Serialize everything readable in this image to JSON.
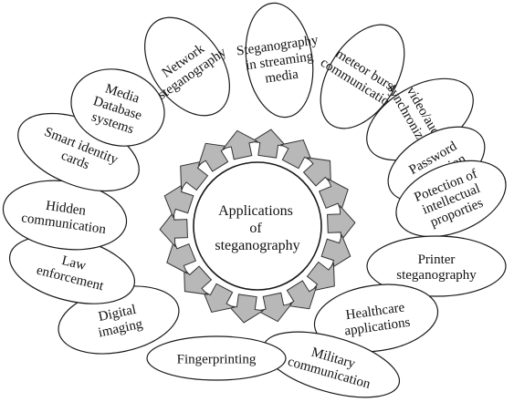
{
  "center": {
    "lines": [
      "Applications",
      "of",
      "steganography"
    ]
  },
  "applications": [
    {
      "lines": [
        "Network",
        "steganography"
      ]
    },
    {
      "lines": [
        "Steganography",
        "in streaming",
        "media"
      ]
    },
    {
      "lines": [
        "meteor burst",
        "communication"
      ]
    },
    {
      "lines": [
        "video/audio",
        "synchronization"
      ]
    },
    {
      "lines": [
        "Password",
        "protection"
      ]
    },
    {
      "lines": [
        "Potection of",
        "intellectual",
        "proporties"
      ]
    },
    {
      "lines": [
        "Printer",
        "steganography"
      ]
    },
    {
      "lines": [
        "Healthcare",
        "applications"
      ]
    },
    {
      "lines": [
        "Military",
        "communication"
      ]
    },
    {
      "lines": [
        "Fingerprinting"
      ]
    },
    {
      "lines": [
        "Digital",
        "imaging"
      ]
    },
    {
      "lines": [
        "Law",
        "enforcement"
      ]
    },
    {
      "lines": [
        "Hidden",
        "communication"
      ]
    },
    {
      "lines": [
        "Smart identity",
        "cards"
      ]
    },
    {
      "lines": [
        "Media",
        "Database",
        "systems"
      ]
    }
  ],
  "colors": {
    "arrow_fill": "#b8b8b8",
    "stroke": "#1a1a1a"
  }
}
